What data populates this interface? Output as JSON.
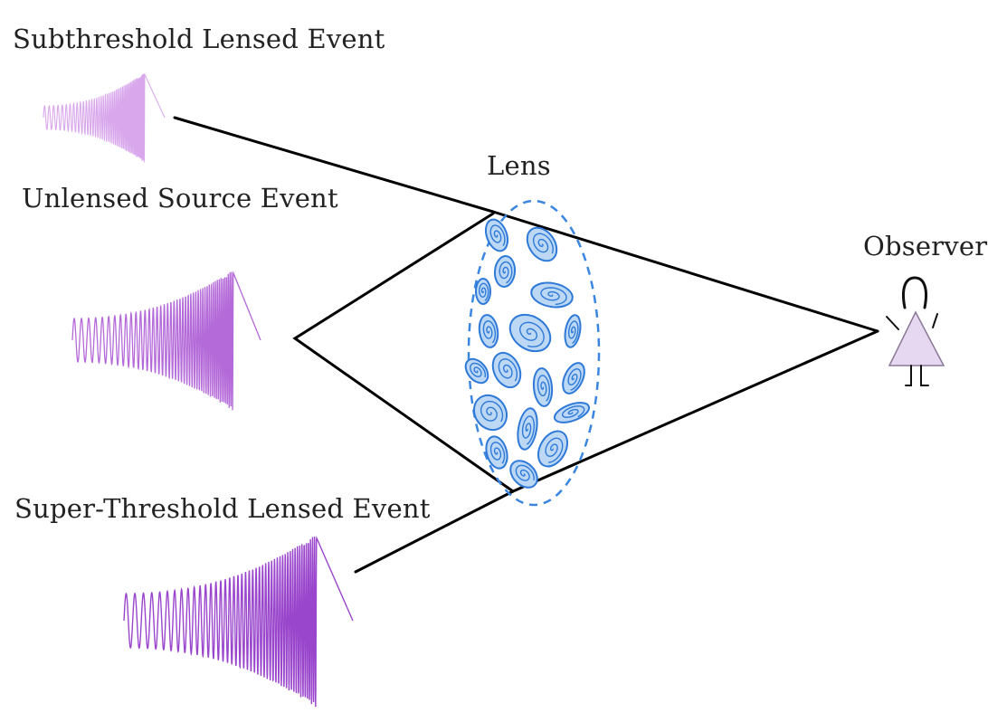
{
  "labels": {
    "subthreshold": "Subthreshold Lensed Event",
    "unlensed": "Unlensed Source Event",
    "super_threshold": "Super-Threshold Lensed Event",
    "lens": "Lens",
    "observer": "Observer"
  },
  "colors": {
    "waveform_faint": "#d9a8ec",
    "waveform_mid": "#b46ad8",
    "waveform_strong": "#9a46cc",
    "ray": "#000000",
    "galaxy_fill": "#bcd8f4",
    "galaxy_stroke": "#2f7ad8",
    "observer_fill": "#e7d8f2"
  },
  "icons": {
    "waveforms": "chirp-waveform-icon",
    "galaxies": "spiral-galaxy-icon",
    "observer": "stick-figure-icon"
  }
}
